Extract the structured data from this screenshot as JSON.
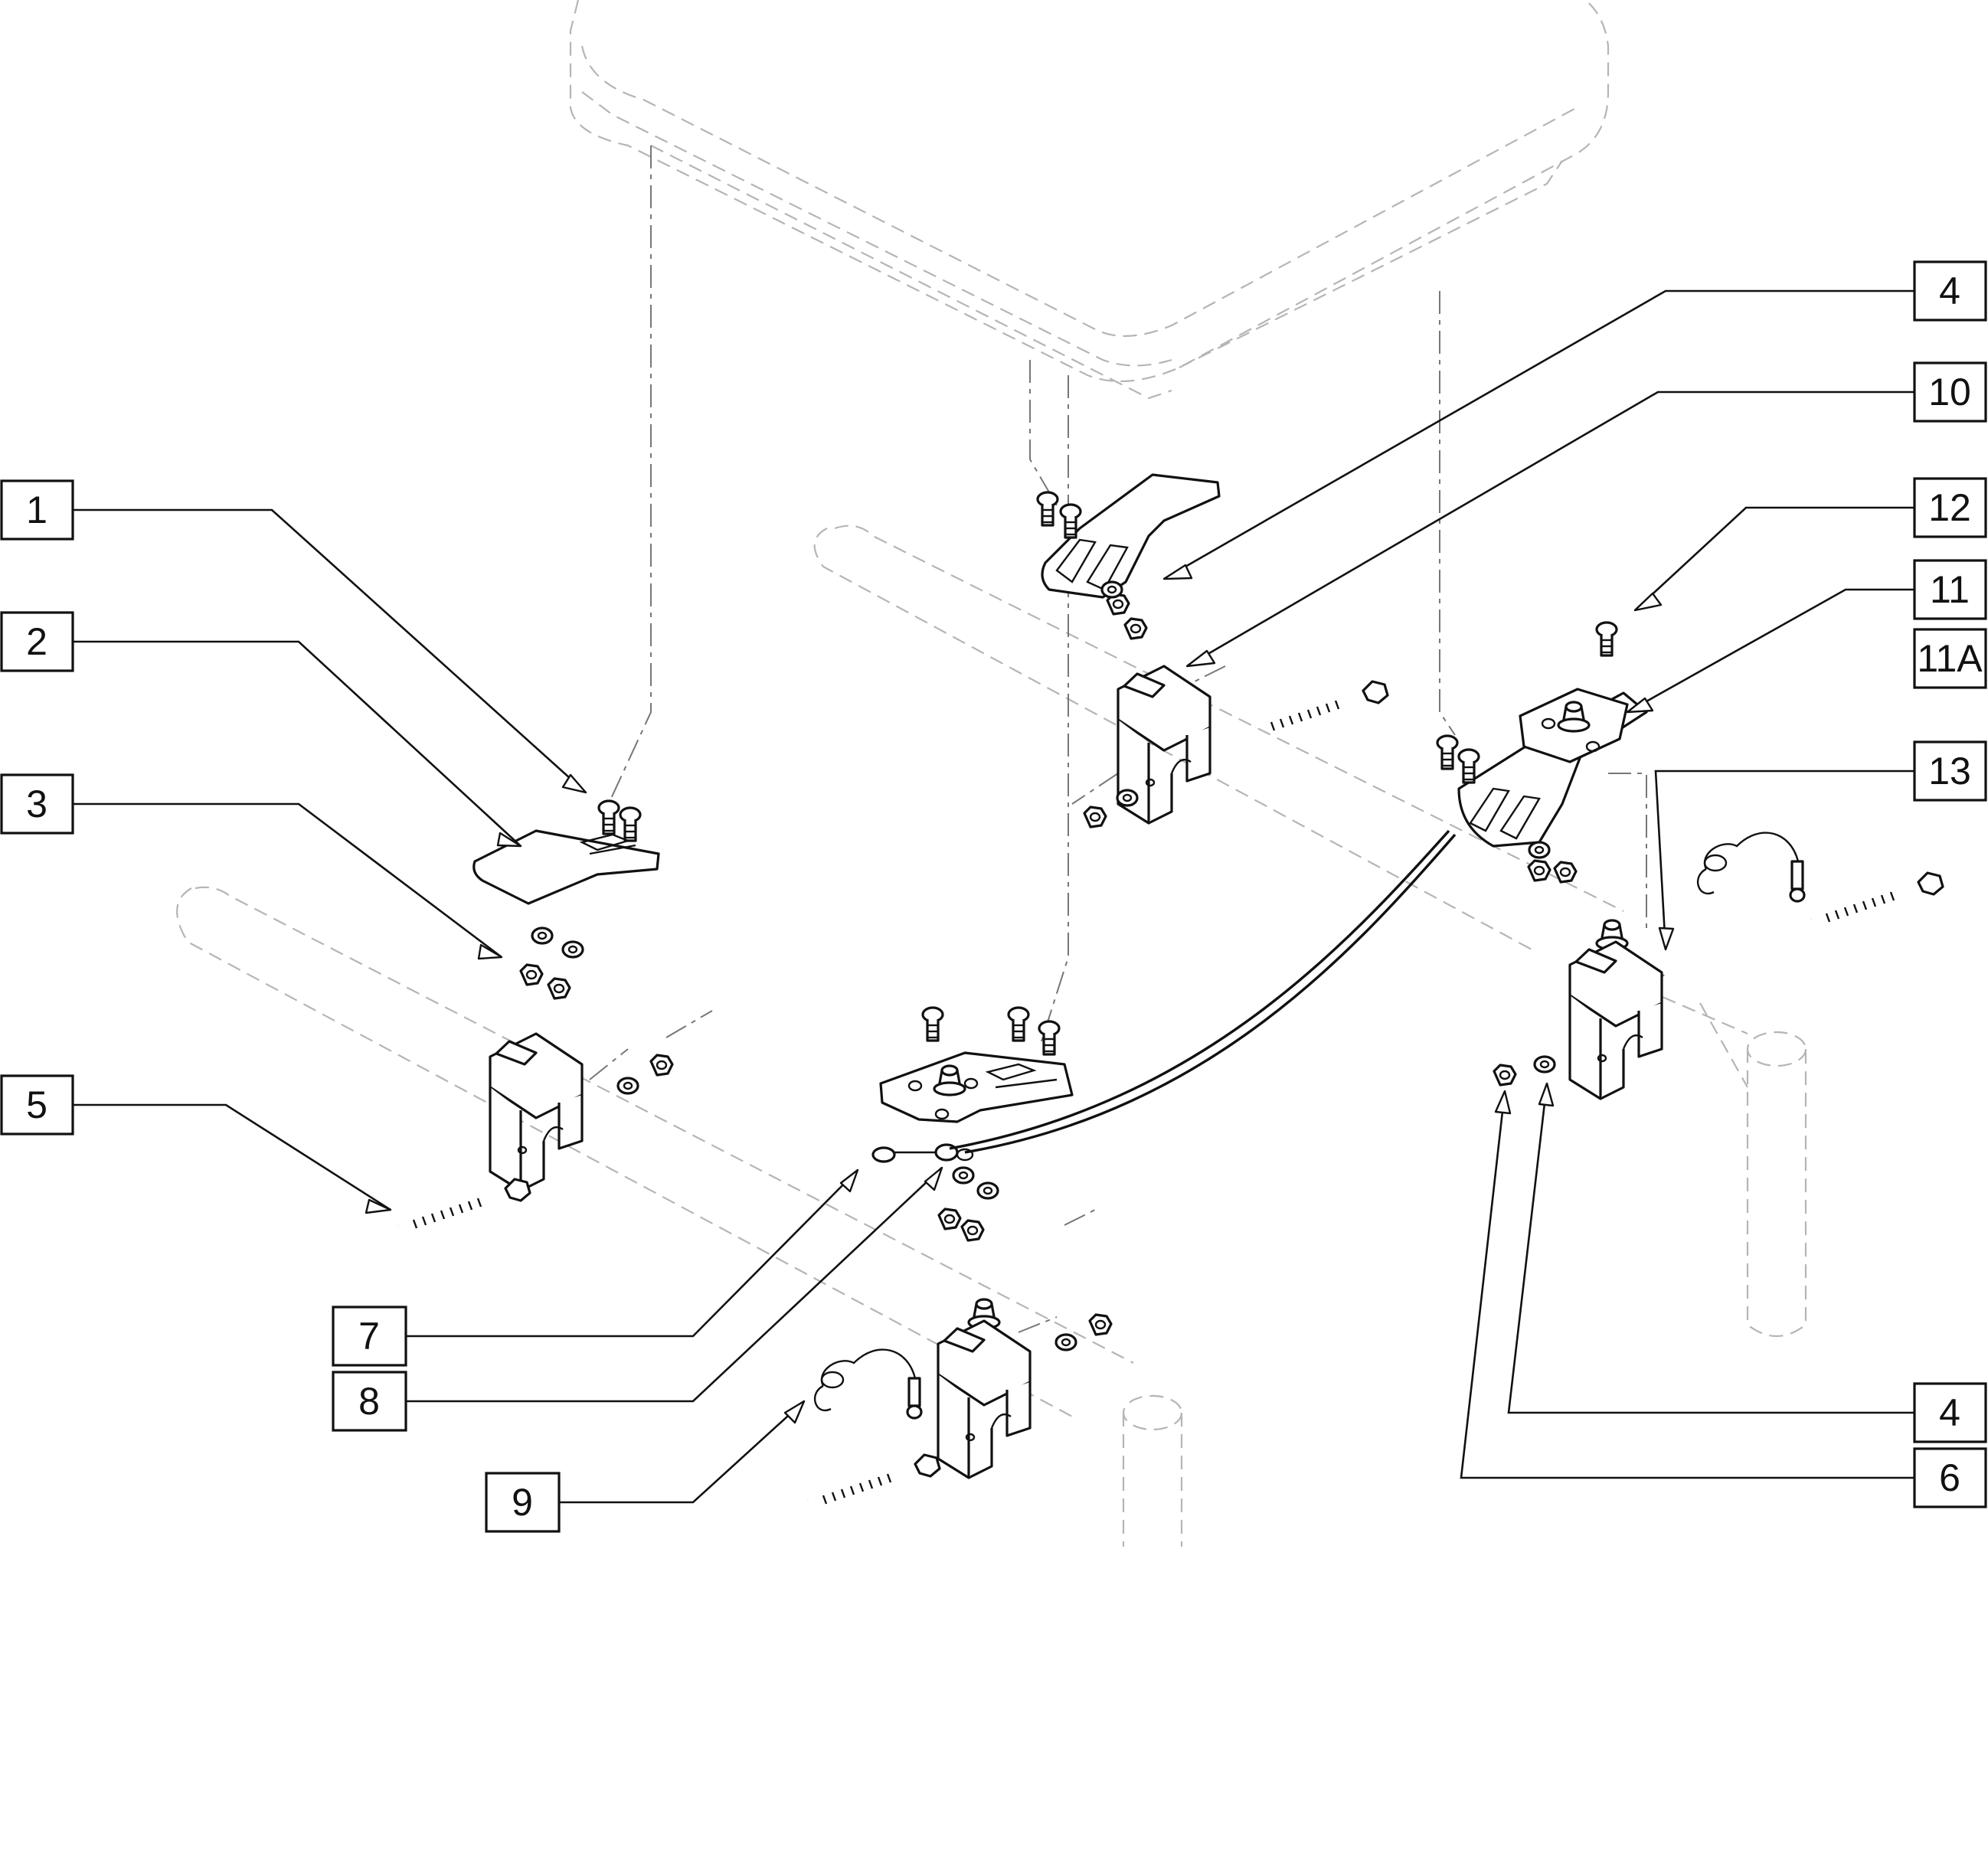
{
  "callouts": [
    {
      "id": "c1",
      "label": "1"
    },
    {
      "id": "c2",
      "label": "2"
    },
    {
      "id": "c3",
      "label": "3"
    },
    {
      "id": "c5",
      "label": "5"
    },
    {
      "id": "c7",
      "label": "7"
    },
    {
      "id": "c8",
      "label": "8"
    },
    {
      "id": "c9",
      "label": "9"
    },
    {
      "id": "c4a",
      "label": "4"
    },
    {
      "id": "c10",
      "label": "10"
    },
    {
      "id": "c12",
      "label": "12"
    },
    {
      "id": "c11",
      "label": "11"
    },
    {
      "id": "c11a",
      "label": "11A"
    },
    {
      "id": "c13",
      "label": "13"
    },
    {
      "id": "c4b",
      "label": "4"
    },
    {
      "id": "c6",
      "label": "6"
    }
  ]
}
